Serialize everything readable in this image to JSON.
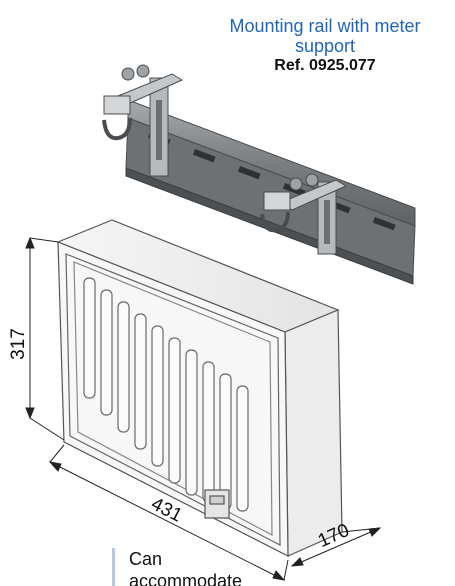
{
  "rail_caption": {
    "title": "Mounting rail with meter support",
    "reference": "Ref. 0925.077"
  },
  "dimensions": {
    "height": "317",
    "width": "431",
    "depth": "170"
  },
  "note": {
    "text": "Can accommodate"
  },
  "colors": {
    "caption_blue": "#2266b3",
    "metal": "#8a8d90",
    "enclosure_outline": "#555555",
    "note_bar": "#b9c9dd"
  }
}
